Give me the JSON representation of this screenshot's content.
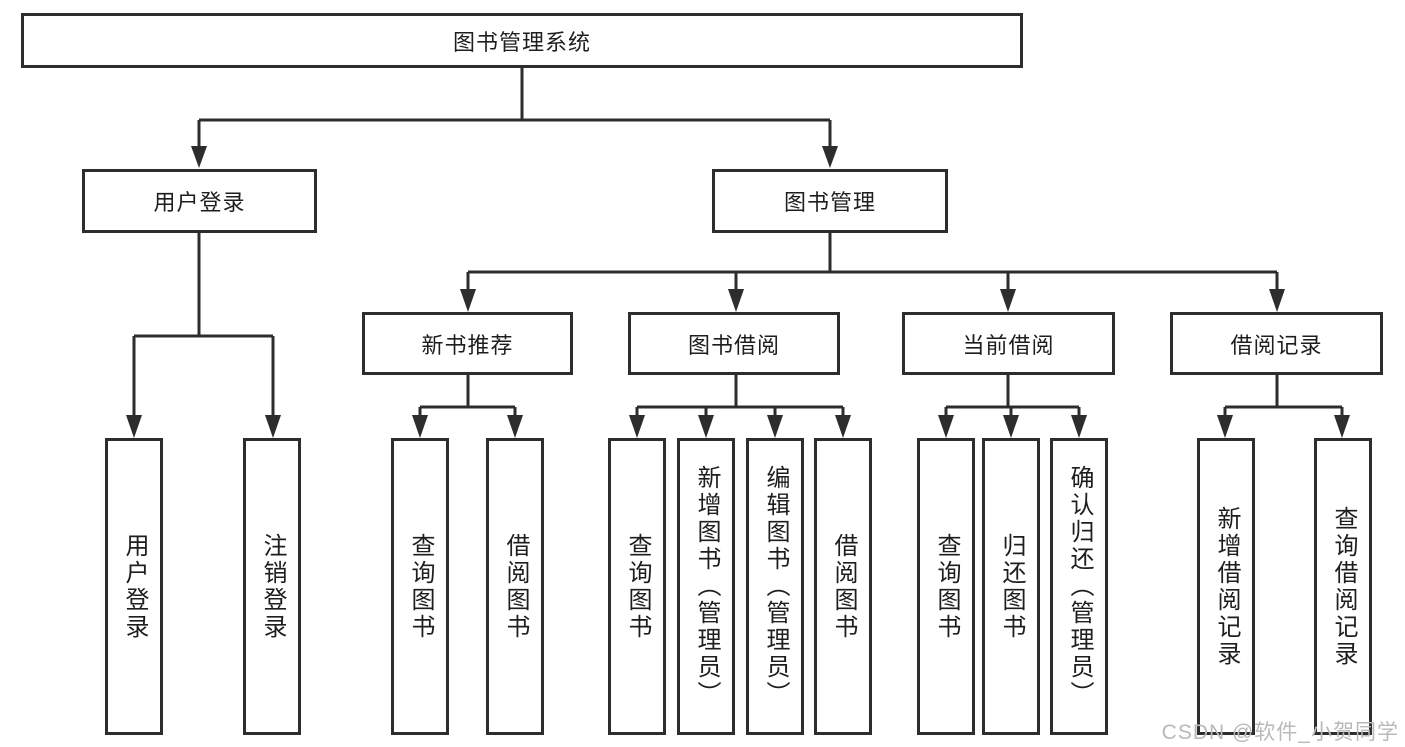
{
  "diagram": {
    "root": {
      "label": "图书管理系统"
    },
    "branches": [
      {
        "label": "用户登录",
        "children": [
          {
            "label": "用户登录"
          },
          {
            "label": "注销登录"
          }
        ]
      },
      {
        "label": "图书管理",
        "children": [
          {
            "label": "新书推荐",
            "children": [
              {
                "label": "查询图书"
              },
              {
                "label": "借阅图书"
              }
            ]
          },
          {
            "label": "图书借阅",
            "children": [
              {
                "label": "查询图书"
              },
              {
                "label": "新增图书（管理员）"
              },
              {
                "label": "编辑图书（管理员）"
              },
              {
                "label": "借阅图书"
              }
            ]
          },
          {
            "label": "当前借阅",
            "children": [
              {
                "label": "查询图书"
              },
              {
                "label": "归还图书"
              },
              {
                "label": "确认归还（管理员）"
              }
            ]
          },
          {
            "label": "借阅记录",
            "children": [
              {
                "label": "新增借阅记录"
              },
              {
                "label": "查询借阅记录"
              }
            ]
          }
        ]
      }
    ]
  },
  "watermark": {
    "text": "CSDN @软件_小贺同学"
  },
  "colors": {
    "line": "#2d2d2d",
    "text": "#1e1e1e",
    "watermark": "#b9b9b9",
    "background": "#ffffff"
  }
}
